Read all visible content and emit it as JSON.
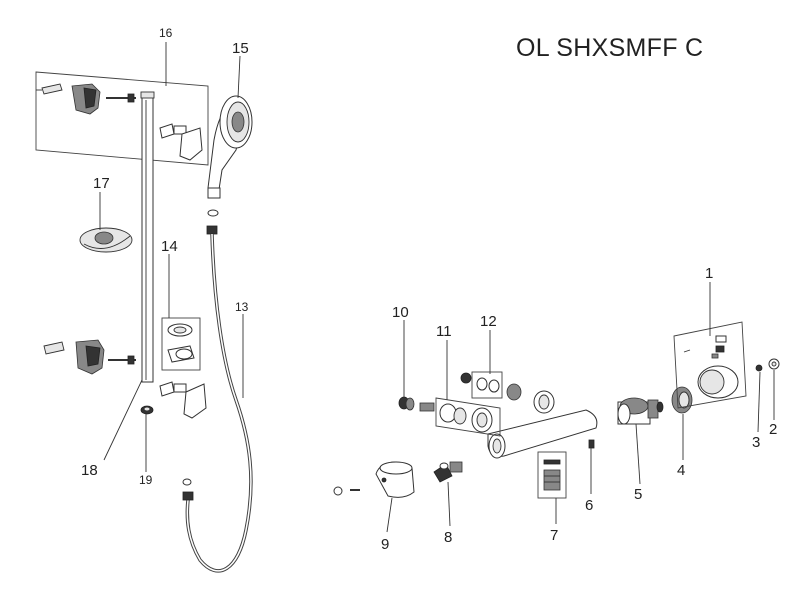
{
  "title": "OL SHXSMFF C",
  "callouts": [
    {
      "id": "c1",
      "label": "1"
    },
    {
      "id": "c2",
      "label": "2"
    },
    {
      "id": "c3",
      "label": "3"
    },
    {
      "id": "c4",
      "label": "4"
    },
    {
      "id": "c5",
      "label": "5"
    },
    {
      "id": "c6",
      "label": "6"
    },
    {
      "id": "c7",
      "label": "7"
    },
    {
      "id": "c8",
      "label": "8"
    },
    {
      "id": "c9",
      "label": "9"
    },
    {
      "id": "c10",
      "label": "10"
    },
    {
      "id": "c11",
      "label": "11"
    },
    {
      "id": "c12",
      "label": "12"
    },
    {
      "id": "c13",
      "label": "13"
    },
    {
      "id": "c14",
      "label": "14"
    },
    {
      "id": "c15",
      "label": "15"
    },
    {
      "id": "c16",
      "label": "16"
    },
    {
      "id": "c17",
      "label": "17"
    },
    {
      "id": "c18",
      "label": "18"
    },
    {
      "id": "c19",
      "label": "19"
    }
  ]
}
